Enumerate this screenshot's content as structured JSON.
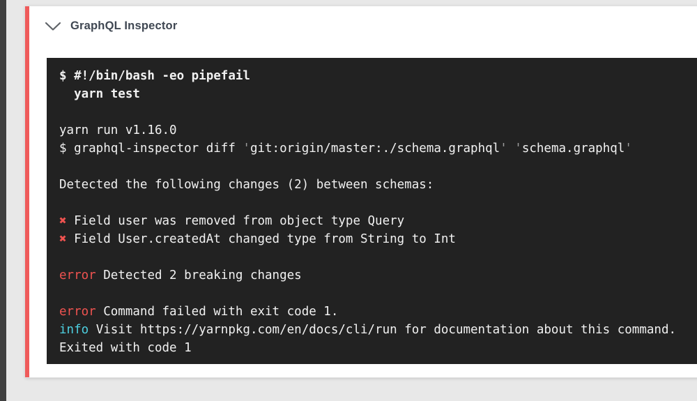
{
  "page": {
    "background": "#e8e8e8",
    "left_edge_color": "#404040"
  },
  "card": {
    "title": "GraphQL Inspector",
    "accent_color": "#ef5b5b"
  },
  "terminal": {
    "background": "#222222",
    "colors": {
      "default": "#f1f1f1",
      "muted": "#9e9e9e",
      "red": "#ef5350",
      "cyan": "#4dd0e1"
    },
    "lines": [
      {
        "bold": true,
        "segments": [
          {
            "text": "$ #!/bin/bash -eo pipefail"
          }
        ]
      },
      {
        "bold": true,
        "segments": [
          {
            "text": "  yarn test"
          }
        ]
      },
      {
        "segments": []
      },
      {
        "segments": [
          {
            "text": "yarn run v1.16.0"
          }
        ]
      },
      {
        "segments": [
          {
            "text": "$ graphql-inspector diff "
          },
          {
            "text": "'",
            "color": "muted"
          },
          {
            "text": "git:origin/master:./schema.graphql"
          },
          {
            "text": "'",
            "color": "muted"
          },
          {
            "text": " "
          },
          {
            "text": "'",
            "color": "muted"
          },
          {
            "text": "schema.graphql"
          },
          {
            "text": "'",
            "color": "muted"
          }
        ]
      },
      {
        "segments": []
      },
      {
        "segments": [
          {
            "text": "Detected the following changes (2) between schemas:"
          }
        ]
      },
      {
        "segments": []
      },
      {
        "segments": [
          {
            "text": "✖",
            "color": "red"
          },
          {
            "text": " Field user was removed from object type Query"
          }
        ]
      },
      {
        "segments": [
          {
            "text": "✖",
            "color": "red"
          },
          {
            "text": " Field User.createdAt changed type from String to Int"
          }
        ]
      },
      {
        "segments": []
      },
      {
        "segments": [
          {
            "text": "error",
            "color": "red"
          },
          {
            "text": " Detected 2 breaking changes"
          }
        ]
      },
      {
        "segments": []
      },
      {
        "segments": [
          {
            "text": "error",
            "color": "red"
          },
          {
            "text": " Command failed with exit code 1."
          }
        ]
      },
      {
        "segments": [
          {
            "text": "info",
            "color": "cyan"
          },
          {
            "text": " Visit https://yarnpkg.com/en/docs/cli/run for documentation about this command."
          }
        ]
      },
      {
        "segments": [
          {
            "text": "Exited with code 1"
          }
        ]
      }
    ]
  }
}
